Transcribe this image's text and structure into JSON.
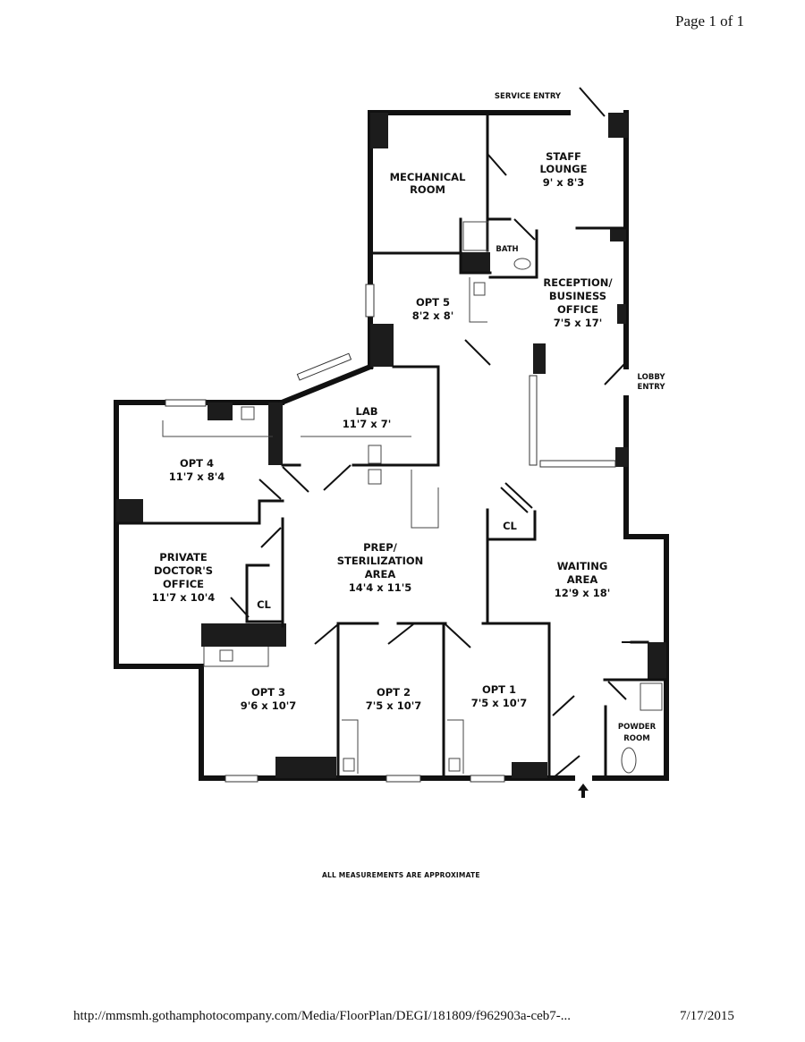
{
  "header": {
    "page_label": "Page 1 of 1"
  },
  "entries": {
    "service": "SERVICE ENTRY",
    "lobby_line1": "LOBBY",
    "lobby_line2": "ENTRY"
  },
  "rooms": {
    "mechanical": {
      "line1": "MECHANICAL",
      "line2": "ROOM"
    },
    "staff_lounge": {
      "line1": "STAFF",
      "line2": "LOUNGE",
      "size": "9' x 8'3"
    },
    "bath": {
      "line1": "BATH"
    },
    "opt5": {
      "line1": "OPT 5",
      "size": "8'2 x 8'"
    },
    "reception": {
      "line1": "RECEPTION/",
      "line2": "BUSINESS",
      "line3": "OFFICE",
      "size": "7'5 x 17'"
    },
    "lab": {
      "line1": "LAB",
      "size": "11'7 x 7'"
    },
    "opt4": {
      "line1": "OPT 4",
      "size": "11'7 x 8'4"
    },
    "cl_right": {
      "line1": "CL"
    },
    "private_office": {
      "line1": "PRIVATE",
      "line2": "DOCTOR'S",
      "line3": "OFFICE",
      "size": "11'7 x 10'4"
    },
    "prep": {
      "line1": "PREP/",
      "line2": "STERILIZATION",
      "line3": "AREA",
      "size": "14'4 x 11'5"
    },
    "waiting": {
      "line1": "WAITING",
      "line2": "AREA",
      "size": "12'9 x 18'"
    },
    "cl_left": {
      "line1": "CL"
    },
    "opt3": {
      "line1": "OPT 3",
      "size": "9'6 x 10'7"
    },
    "opt2": {
      "line1": "OPT 2",
      "size": "7'5 x 10'7"
    },
    "opt1": {
      "line1": "OPT 1",
      "size": "7'5 x 10'7"
    },
    "powder": {
      "line1": "POWDER",
      "line2": "ROOM"
    }
  },
  "note": "ALL MEASUREMENTS ARE APPROXIMATE",
  "footer": {
    "url": "http://mmsmh.gothamphotocompany.com/Media/FloorPlan/DEGI/181809/f962903a-ceb7-...",
    "date": "7/17/2015"
  }
}
